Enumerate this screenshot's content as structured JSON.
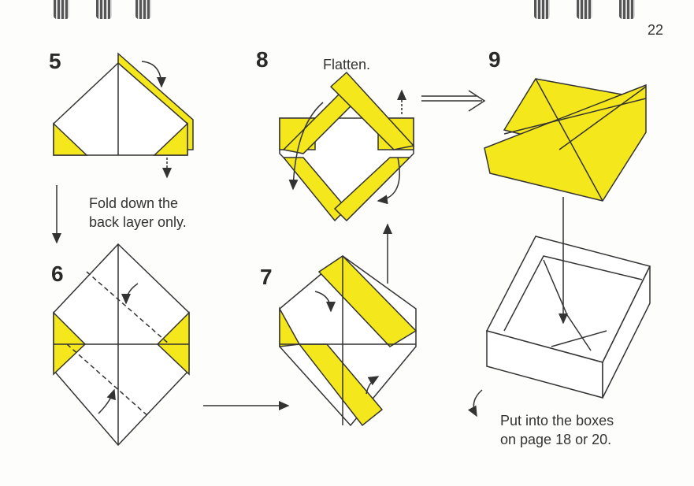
{
  "page_number": "22",
  "steps": {
    "s5": {
      "number": "5",
      "caption_line1": "Fold down the",
      "caption_line2": "back layer only."
    },
    "s6": {
      "number": "6"
    },
    "s7": {
      "number": "7"
    },
    "s8": {
      "number": "8",
      "caption": "Flatten."
    },
    "s9": {
      "number": "9",
      "caption_line1": "Put into the boxes",
      "caption_line2": "on page 18 or 20."
    }
  },
  "colors": {
    "paper_yellow": "#f4e81c",
    "line": "#333333"
  }
}
